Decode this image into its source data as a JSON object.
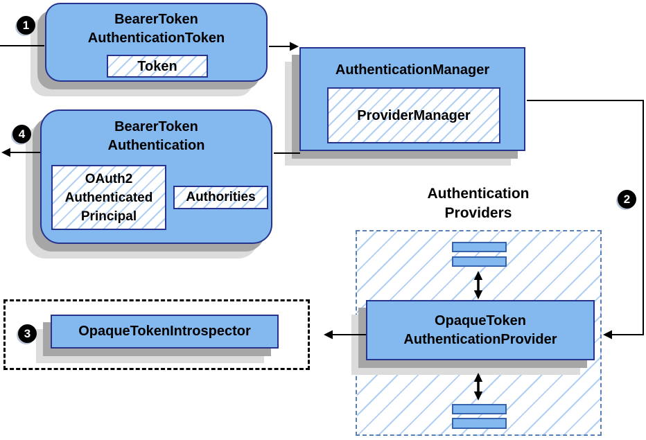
{
  "steps": {
    "one": "1",
    "two": "2",
    "three": "3",
    "four": "4"
  },
  "boxes": {
    "bearer_token_authentication_token": {
      "title_lines": [
        "BearerToken",
        "AuthenticationToken"
      ],
      "token_label": "Token"
    },
    "authentication_manager": {
      "title": "AuthenticationManager",
      "provider_manager_label": "ProviderManager"
    },
    "bearer_token_authentication": {
      "title_lines": [
        "BearerToken",
        "Authentication"
      ],
      "principal_lines": [
        "OAuth2",
        "Authenticated",
        "Principal"
      ],
      "authorities_label": "Authorities"
    },
    "introspector_group": {
      "introspector_label": "OpaqueTokenIntrospector"
    },
    "providers_group": {
      "title_lines": [
        "Authentication",
        "Providers"
      ],
      "provider_lines": [
        "OpaqueToken",
        "AuthenticationProvider"
      ]
    }
  },
  "colors": {
    "box_fill": "#84B9F0",
    "box_border": "#26338C",
    "hatch_line": "#AFCFF5",
    "providers_dash_border": "#567FB8",
    "group_dash_border": "#000000",
    "shadow_dark": "#A6A6A6",
    "shadow_light": "#DCDCDC",
    "connector": "#000000",
    "badge_fill": "#000000",
    "badge_text": "#FFFFFF"
  }
}
